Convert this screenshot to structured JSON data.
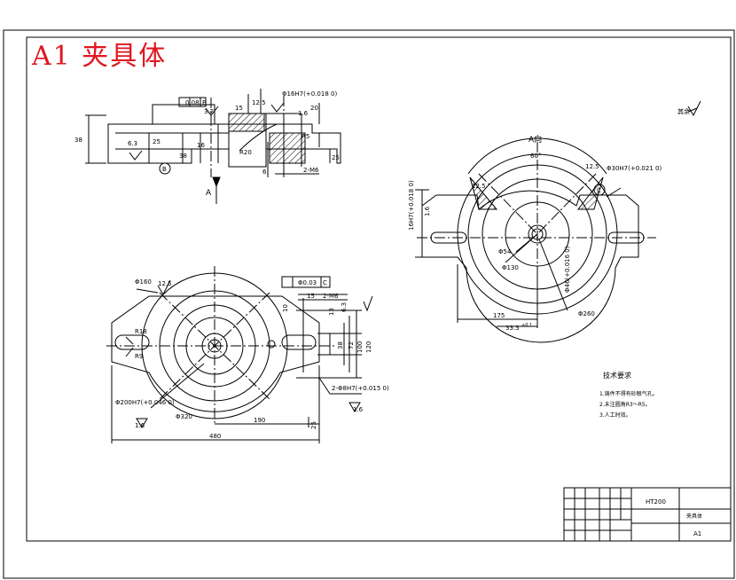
{
  "title": "A1 夹具体",
  "front_view": {
    "flatness": "0.08",
    "flatness_ref": "B",
    "rough_top": "3.2",
    "dims": {
      "h_total": "38",
      "d1": "6.3",
      "d2": "25",
      "d3": "38",
      "d4": "16",
      "d5": "15",
      "d6": "12.5",
      "d7": "20",
      "r20": "R20",
      "r5": "R5",
      "thread": "2-M6",
      "d8": "25",
      "d9": "6"
    },
    "bore": "Φ16H7(+0.018 0)",
    "bore_rough": "1.6",
    "datum": "B",
    "view_arrow": "A"
  },
  "view_a": {
    "label": "A向",
    "angle": "60°",
    "bore": "Φ30H7(+0.021 0)",
    "datum": "C",
    "rough_1": "12.5",
    "rough_2": "12.5",
    "slot": "16H7(+0.018 0)",
    "slot_rough": "1.6",
    "d54": "Φ54",
    "d130": "Φ130",
    "d260": "Φ260",
    "bore2": "Φ46(+0.016 0)",
    "d175": "175",
    "d33": "33.3",
    "d33_tol": "+0.1"
  },
  "plan_view": {
    "d160": "Φ160",
    "rough_1": "12.5",
    "position": "Φ0.03",
    "position_ref": "C",
    "d15": "15",
    "thread": "2-M6",
    "d10": "10",
    "d13": "13",
    "rough_2": "6.3",
    "d38": "38",
    "d72": "72",
    "d100": "100",
    "d120": "120",
    "r18": "R18",
    "r9": "R9",
    "bore": "Φ200H7(+0.046 0)",
    "bore_rough": "1.6",
    "d320": "Φ320",
    "holes": "2-Φ8H7(+0.015 0)",
    "holes_rough": "1.6",
    "d190": "190",
    "d25": "25",
    "d480": "480"
  },
  "tech_req": {
    "heading": "技术要求",
    "items": [
      "1.铸件不得有砂眼气孔。",
      "2.未注圆角R3～R5。",
      "3.人工时效。"
    ]
  },
  "corner_rough": "其余",
  "title_block": {
    "material": "HT200",
    "part_name": "夹具体",
    "drawing_no": "A1"
  }
}
